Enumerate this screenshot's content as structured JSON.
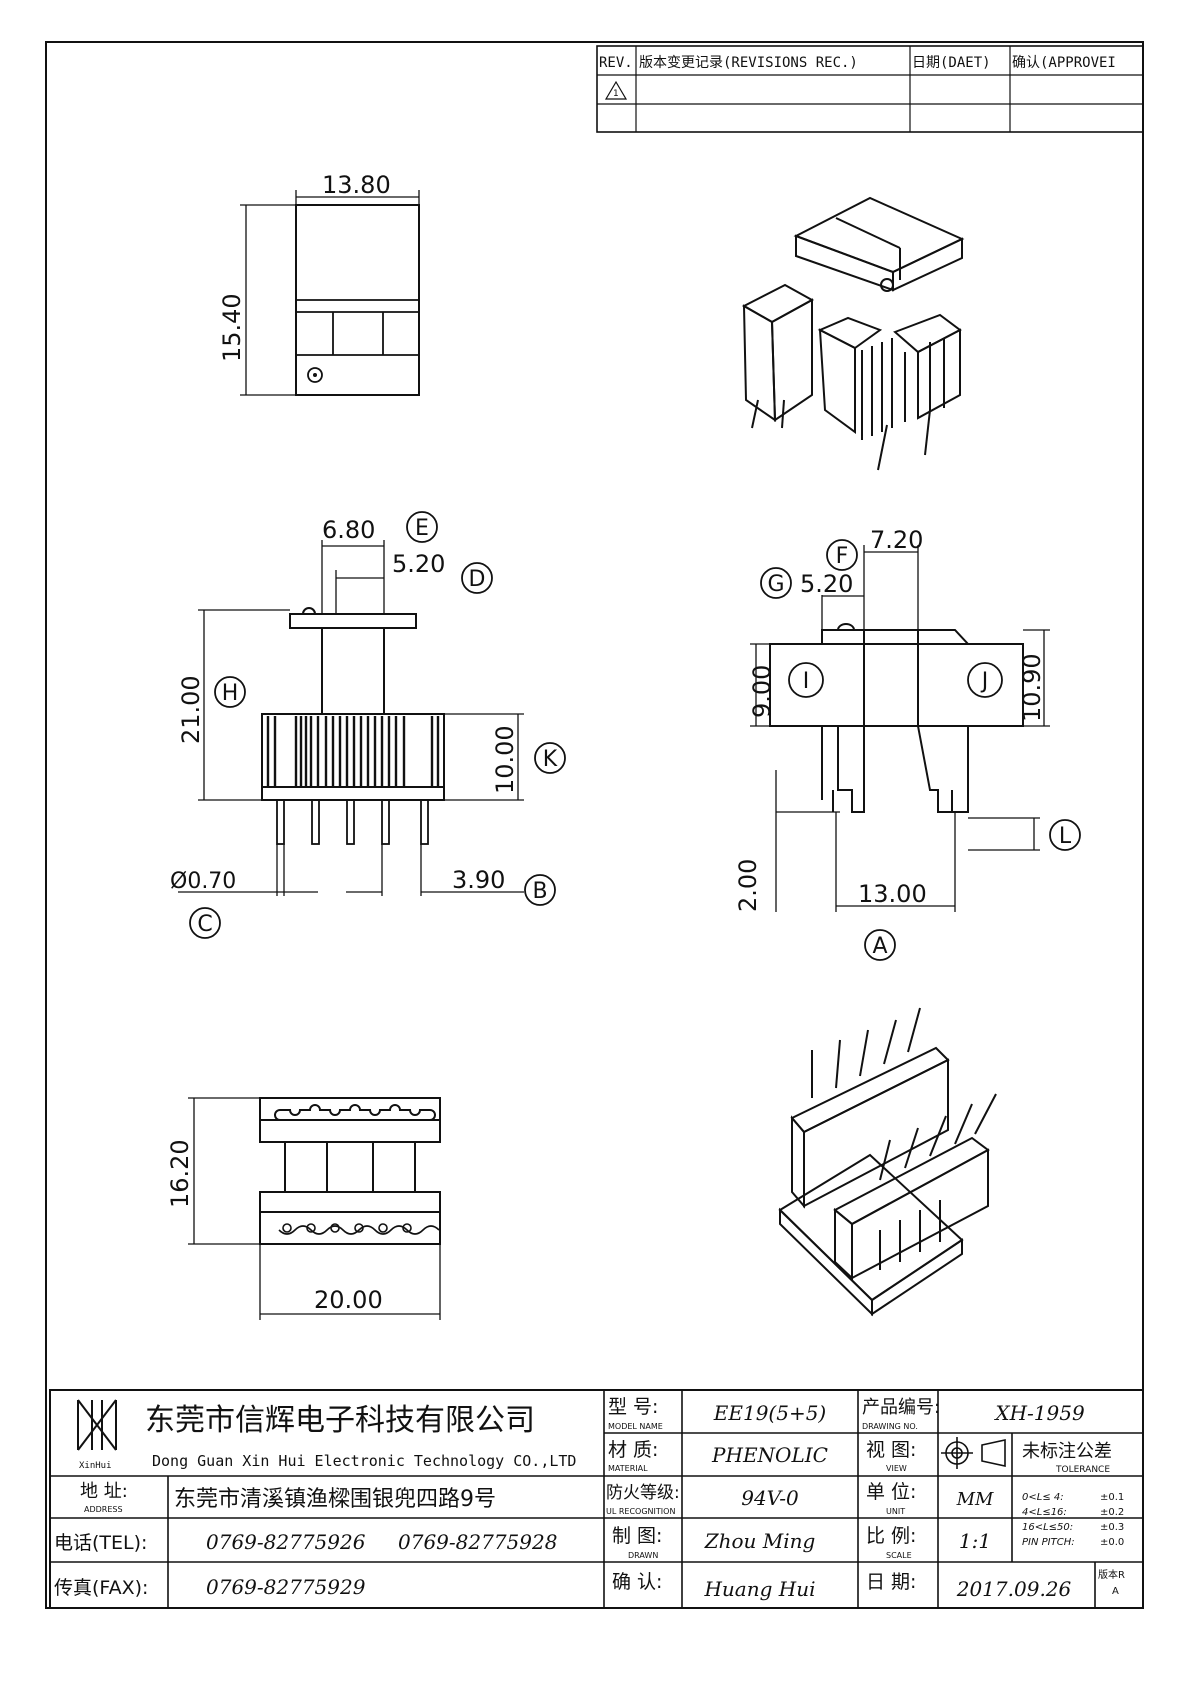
{
  "revision_table": {
    "headers": [
      "REV.",
      "版本变更记录(REVISIONS REC.)",
      "日期(DAET)",
      "确认(APPROVEI"
    ],
    "rev_mark": "1"
  },
  "top_view": {
    "width": "13.80",
    "height": "15.40"
  },
  "front_view": {
    "dims": {
      "d680": "6.80",
      "d520": "5.20",
      "d2100": "21.00",
      "d1000": "10.00",
      "d070": "Ø0.70",
      "d390": "3.90"
    },
    "tags": {
      "E": "E",
      "D": "D",
      "H": "H",
      "K": "K",
      "C": "C",
      "B": "B"
    }
  },
  "side_view": {
    "dims": {
      "d720": "7.20",
      "d520": "5.20",
      "d900": "9.00",
      "d1090": "10.90",
      "d200": "2.00",
      "d1300": "13.00"
    },
    "tags": {
      "F": "F",
      "G": "G",
      "I": "I",
      "J": "J",
      "L": "L",
      "A": "A"
    }
  },
  "bottom_view": {
    "height": "16.20",
    "width": "20.00"
  },
  "title_block": {
    "company_cn": "东莞市信辉电子科技有限公司",
    "company_en": "Dong Guan Xin Hui Electronic Technology CO.,LTD",
    "logo_text": "XinHui",
    "model_label": "型 号:",
    "model_sub": "MODEL NAME",
    "model_value": "EE19(5+5)",
    "drawing_no_label": "产品编号:",
    "drawing_no_sub": "DRAWING NO.",
    "drawing_no_value": "XH-1959",
    "material_label": "材 质:",
    "material_sub": "MATERIAL",
    "material_value": "PHENOLIC",
    "view_label": "视 图:",
    "view_sub": "VIEW",
    "tolerance_label": "未标注公差",
    "tolerance_sub": "TOLERANCE",
    "address_label": "地 址:",
    "address_sub": "ADDRESS",
    "address_value": "东莞市清溪镇渔樑围银兜四路9号",
    "ul_label": "防火等级:",
    "ul_sub": "UL RECOGNITION",
    "ul_value": "94V-0",
    "unit_label": "单 位:",
    "unit_sub": "UNIT",
    "unit_value": "MM",
    "tolerances": [
      {
        "range": "0<L≤ 4:",
        "value": "±0.1"
      },
      {
        "range": "4<L≤16:",
        "value": "±0.2"
      },
      {
        "range": "16<L≤50:",
        "value": "±0.3"
      },
      {
        "range": "PIN PITCH:",
        "value": "±0.0"
      }
    ],
    "tel_label": "电话(TEL):",
    "tel_value_1": "0769-82775926",
    "tel_value_2": "0769-82775928",
    "drawn_label": "制 图:",
    "drawn_sub": "DRAWN",
    "drawn_value": "Zhou Ming",
    "scale_label": "比 例:",
    "scale_sub": "SCALE",
    "scale_value": "1:1",
    "fax_label": "传真(FAX):",
    "fax_value": "0769-82775929",
    "approved_label": "确 认:",
    "approved_value": "Huang Hui",
    "date_label": "日 期:",
    "date_value": "2017.09.26",
    "version_label": "版本R",
    "version_value": "A"
  }
}
